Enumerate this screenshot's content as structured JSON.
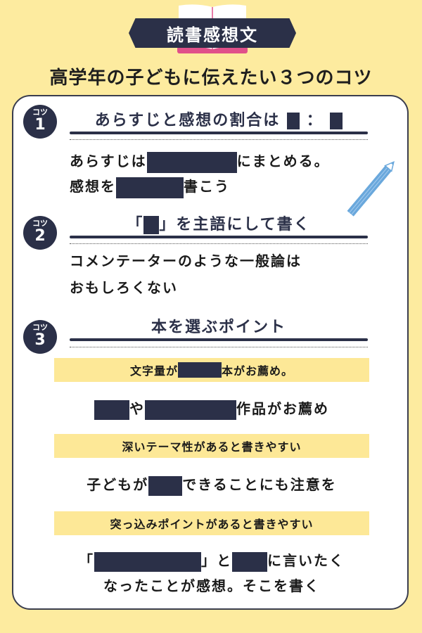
{
  "header": {
    "badge_title": "読書感想文",
    "headline": "高学年の子どもに伝えたい３つのコツ"
  },
  "tips": [
    {
      "label": "コツ",
      "number": "1",
      "title_prefix": "あらすじと感想の割合は",
      "title_sep": "：",
      "lines": [
        {
          "before": "あらすじは",
          "after": "にまとめる。"
        },
        {
          "before": "感想を",
          "after": "書こう"
        }
      ]
    },
    {
      "label": "コツ",
      "number": "2",
      "title_open": "「",
      "title_close": "」を主語にして書く",
      "lines": [
        "コメンテーターのような一般論は",
        "おもしろくない"
      ]
    },
    {
      "label": "コツ",
      "number": "3",
      "title": "本を選ぶポイント",
      "points": [
        {
          "bar_before": "文字量が",
          "bar_after": "本がお薦め。",
          "line_mid": "や",
          "line_after": "作品がお薦め"
        },
        {
          "bar": "深いテーマ性があると書きやすい",
          "line_before": "子どもが",
          "line_after": "できることにも注意を"
        },
        {
          "bar": "突っ込みポイントがあると書きやすい",
          "line1_open": "「",
          "line1_mid": "」と",
          "line1_after": "に言いたく",
          "line2": "なったことが感想。そこを書く"
        }
      ]
    }
  ],
  "colors": {
    "background": "#fdeb9f",
    "navy": "#2b3048",
    "highlight": "#fde897",
    "pencil": "#6aa8dc",
    "book_pink": "#e0508a"
  }
}
